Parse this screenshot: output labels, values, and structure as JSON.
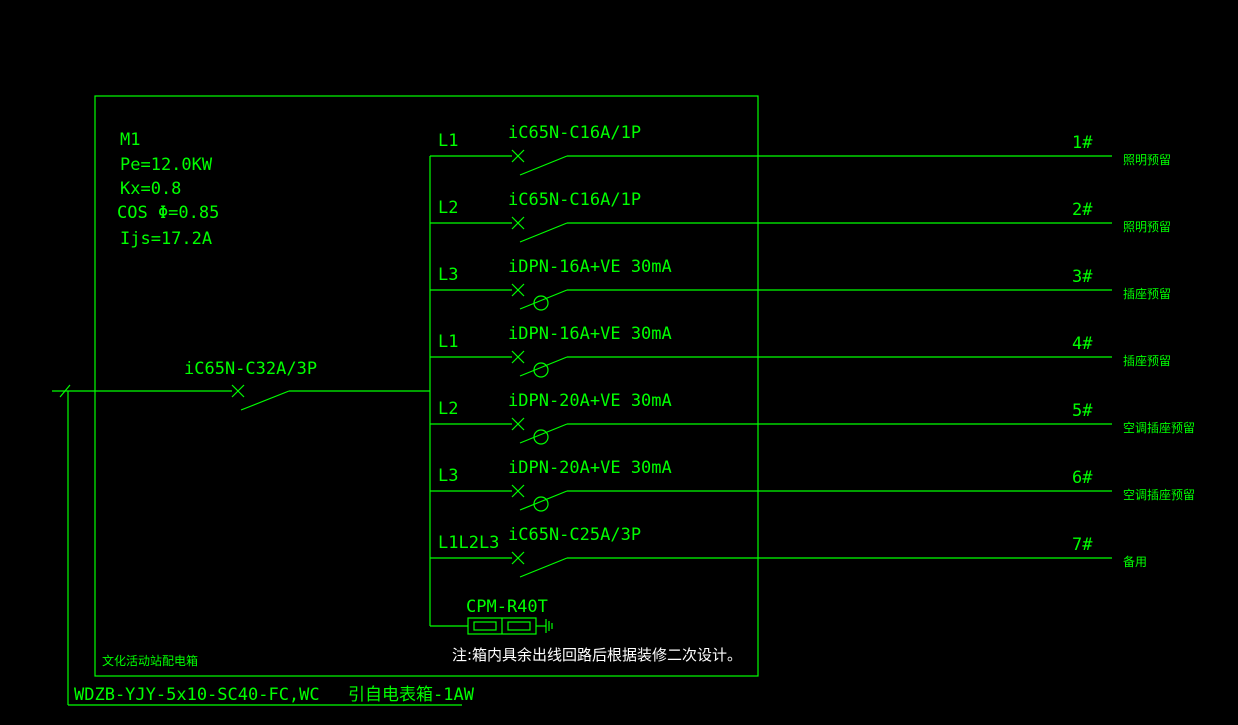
{
  "panel": {
    "id": "M1",
    "pe": "Pe=12.0KW",
    "kx": "Kx=0.8",
    "cos": "COS Φ=0.85",
    "ijs": "Ijs=17.2A",
    "name": "文化活动站配电箱"
  },
  "main_breaker": "iC65N-C32A/3P",
  "feeder": {
    "cable": "WDZB-YJY-5x10-SC40-FC,WC",
    "source": "引自电表箱-1AW"
  },
  "circuits": [
    {
      "phase": "L1",
      "device": "iC65N-C16A/1P",
      "number": "1#",
      "use": "照明预留",
      "rcd": false
    },
    {
      "phase": "L2",
      "device": "iC65N-C16A/1P",
      "number": "2#",
      "use": "照明预留",
      "rcd": false
    },
    {
      "phase": "L3",
      "device": "iDPN-16A+VE 30mA",
      "number": "3#",
      "use": "插座预留",
      "rcd": true
    },
    {
      "phase": "L1",
      "device": "iDPN-16A+VE 30mA",
      "number": "4#",
      "use": "插座预留",
      "rcd": true
    },
    {
      "phase": "L2",
      "device": "iDPN-20A+VE 30mA",
      "number": "5#",
      "use": "空调插座预留",
      "rcd": true
    },
    {
      "phase": "L3",
      "device": "iDPN-20A+VE 30mA",
      "number": "6#",
      "use": "空调插座预留",
      "rcd": true
    },
    {
      "phase": "L1L2L3",
      "device": "iC65N-C25A/3P",
      "number": "7#",
      "use": "备用",
      "rcd": false
    }
  ],
  "spd": "CPM-R40T",
  "note": "注:箱内具余出线回路后根据装修二次设计。",
  "colors": {
    "line": "#00ff00",
    "note": "#ffffff",
    "background": "#000000"
  }
}
